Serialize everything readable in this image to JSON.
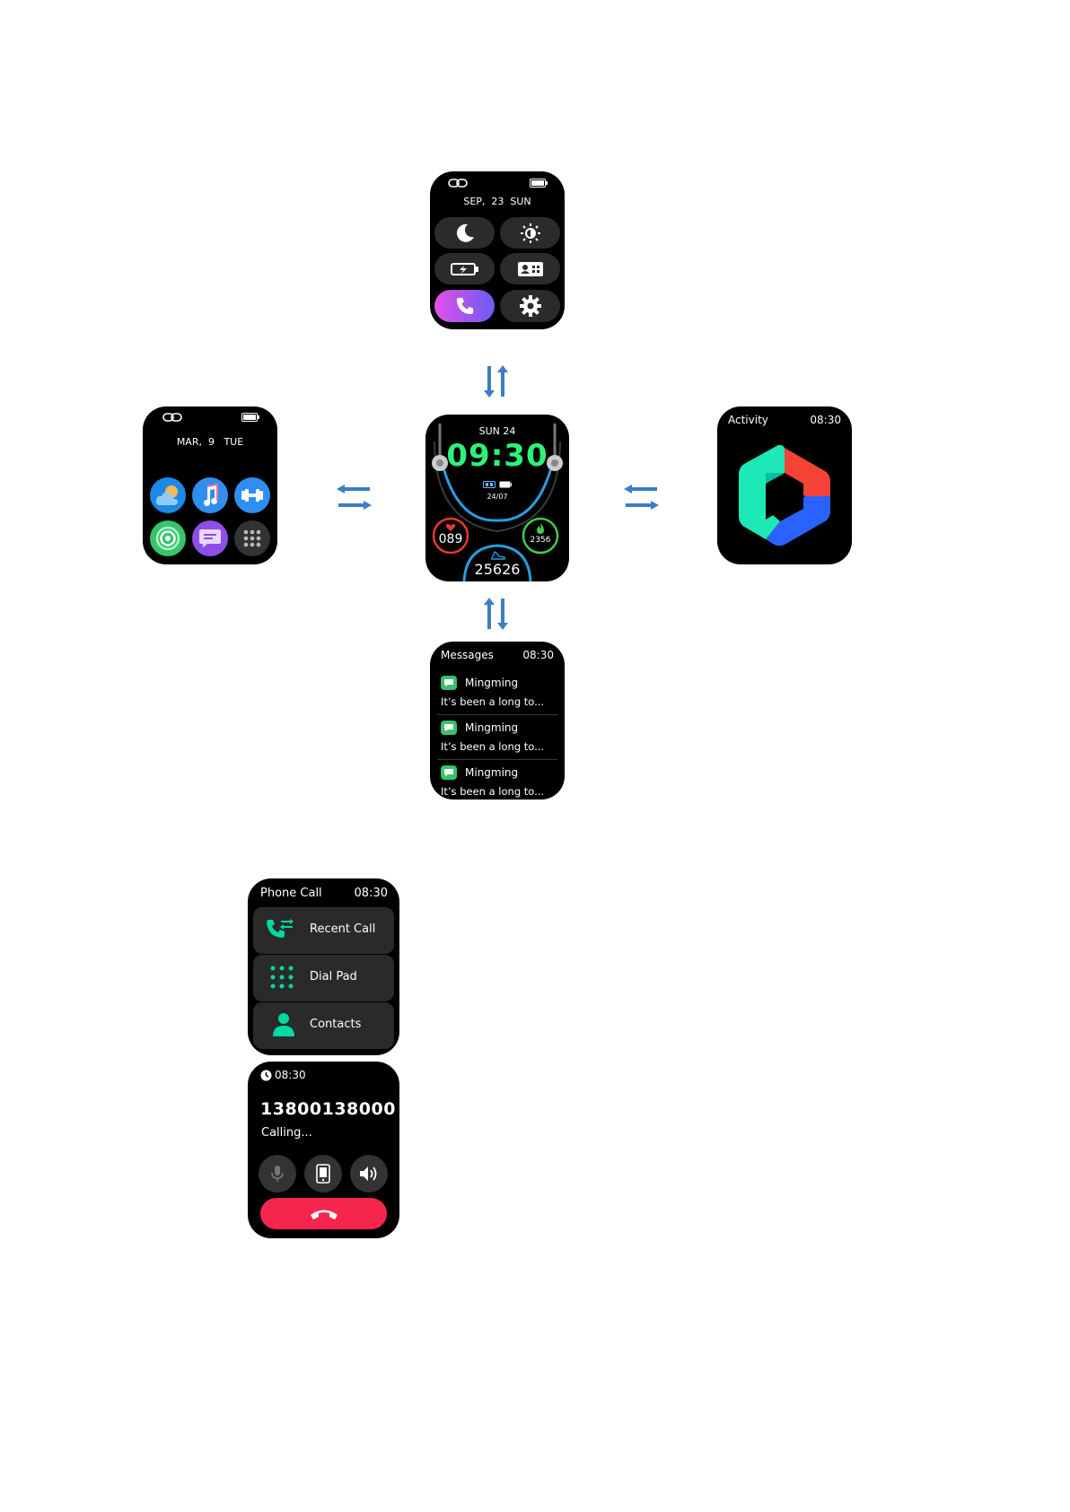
{
  "control_center": {
    "date": "SEP,  23  SUN",
    "icons": [
      "link-icon",
      "battery-icon",
      "moon-icon",
      "brightness-icon",
      "battery-saver-icon",
      "card-icon",
      "phone-icon",
      "settings-icon"
    ]
  },
  "app_list": {
    "date": "MAR,  9   TUE",
    "apps": [
      "weather-icon",
      "music-icon",
      "workout-icon",
      "activity-rings-icon",
      "messages-icon",
      "more-apps-icon"
    ]
  },
  "watch_face": {
    "day": "SUN 24",
    "time": "09:30",
    "date": "24/07",
    "heart_rate": "089",
    "calories": "2356",
    "steps": "25626"
  },
  "activity": {
    "title": "Activity",
    "time": "08:30"
  },
  "messages": {
    "title": "Messages",
    "time": "08:30",
    "items": [
      {
        "sender": "Mingming",
        "preview": "It’s been a long to..."
      },
      {
        "sender": "Mingming",
        "preview": "It’s been a long to..."
      },
      {
        "sender": "Mingming",
        "preview": "It’s been a long to..."
      }
    ]
  },
  "phone_call": {
    "title": "Phone Call",
    "time": "08:30",
    "options": [
      "Recent Call",
      "Dial Pad",
      "Contacts"
    ]
  },
  "calling": {
    "time": "08:30",
    "number": "13800138000",
    "status": "Calling..."
  },
  "colors": {
    "accent_green": "#00d9a0",
    "time_green": "#2cf27a",
    "arrow_blue": "#3a7dc9",
    "end_call_red": "#f5264d",
    "ring_blue": "#2a9de0"
  }
}
